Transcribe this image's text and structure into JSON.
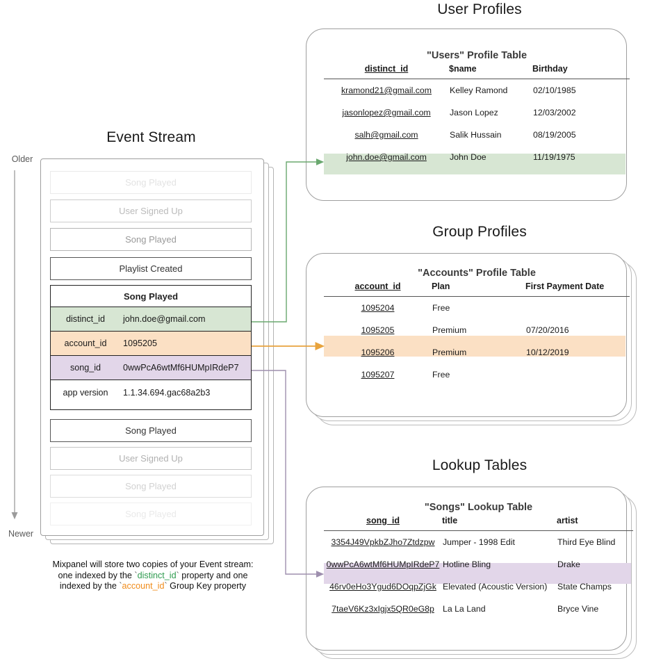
{
  "sections": {
    "user_profiles_title": "User Profiles",
    "group_profiles_title": "Group Profiles",
    "lookup_tables_title": "Lookup Tables",
    "event_stream_title": "Event Stream"
  },
  "timeline": {
    "older_label": "Older",
    "newer_label": "Newer"
  },
  "event_stream": {
    "faded_events_top": [
      {
        "label": "Song Played",
        "opacity": 0.17
      },
      {
        "label": "User Signed Up",
        "opacity": 0.42
      },
      {
        "label": "Song Played",
        "opacity": 0.62
      }
    ],
    "pre_event": {
      "label": "Playlist Created",
      "opacity": 1.0
    },
    "selected_event": {
      "name": "Song Played",
      "properties": [
        {
          "key": "distinct_id",
          "value": "john.doe@gmail.com",
          "highlight": "#d7e6d3"
        },
        {
          "key": "account_id",
          "value": "1095205",
          "highlight": "#fbe0c4"
        },
        {
          "key": "song_id",
          "value": "0wwPcA6wtMf6HUMpIRdeP7",
          "highlight": "#e2d6e9"
        },
        {
          "key": "app version",
          "value": "1.1.34.694.gac68a2b3",
          "highlight": "#ffffff"
        }
      ]
    },
    "faded_events_bottom": [
      {
        "label": "Song Played",
        "opacity": 1.0
      },
      {
        "label": "User Signed Up",
        "opacity": 0.48
      },
      {
        "label": "Song Played",
        "opacity": 0.28
      },
      {
        "label": "Song Played",
        "opacity": 0.13
      }
    ]
  },
  "caption": {
    "line1": "Mixpanel will store two copies of your Event stream:",
    "line2_pre": "one indexed by the ",
    "line2_code": "distinct_id",
    "line2_post": " property and one",
    "line3_pre": "indexed by the ",
    "line3_code": "account_id",
    "line3_post": " Group Key property",
    "backtick": "`"
  },
  "users_table": {
    "title": "\"Users\" Profile Table",
    "columns": [
      "distinct_id",
      "$name",
      "Birthday"
    ],
    "rows": [
      [
        "kramond21@gmail.com",
        "Kelley Ramond",
        "02/10/1985"
      ],
      [
        "jasonlopez@gmail.com",
        "Jason Lopez",
        "12/03/2002"
      ],
      [
        "salh@gmail.com",
        "Salik Hussain",
        "08/19/2005"
      ],
      [
        "john.doe@gmail.com",
        "John Doe",
        "11/19/1975"
      ]
    ],
    "highlight_row_index": 3,
    "highlight_color": "#d7e6d3"
  },
  "accounts_table": {
    "title": "\"Accounts\" Profile Table",
    "columns": [
      "account_id",
      "Plan",
      "First Payment Date"
    ],
    "rows": [
      [
        "1095204",
        "Free",
        ""
      ],
      [
        "1095205",
        "Premium",
        "07/20/2016"
      ],
      [
        "1095206",
        "Premium",
        "10/12/2019"
      ],
      [
        "1095207",
        "Free",
        ""
      ]
    ],
    "highlight_row_index": 1,
    "highlight_color": "#fbe0c4"
  },
  "songs_table": {
    "title": "\"Songs\" Lookup Table",
    "columns": [
      "song_id",
      "title",
      "artist"
    ],
    "rows": [
      [
        "3354J49VpkbZJho7Ztdzpw",
        "Jumper - 1998 Edit",
        "Third Eye Blind"
      ],
      [
        "0wwPcA6wtMf6HUMpIRdeP7",
        "Hotline Bling",
        "Drake"
      ],
      [
        "46rv0eHo3Ygud6DOqpZjGk",
        "Elevated (Acoustic Version)",
        "State Champs"
      ],
      [
        "7taeV6Kz3xIgjx5QR0eG8p",
        "La La Land",
        "Bryce Vine"
      ]
    ],
    "highlight_row_index": 1,
    "highlight_color": "#e2d6e9"
  },
  "connectors": {
    "distinct_id_color": "#6aa86f",
    "account_id_color": "#e8a33d",
    "song_id_color": "#9e8fae"
  }
}
